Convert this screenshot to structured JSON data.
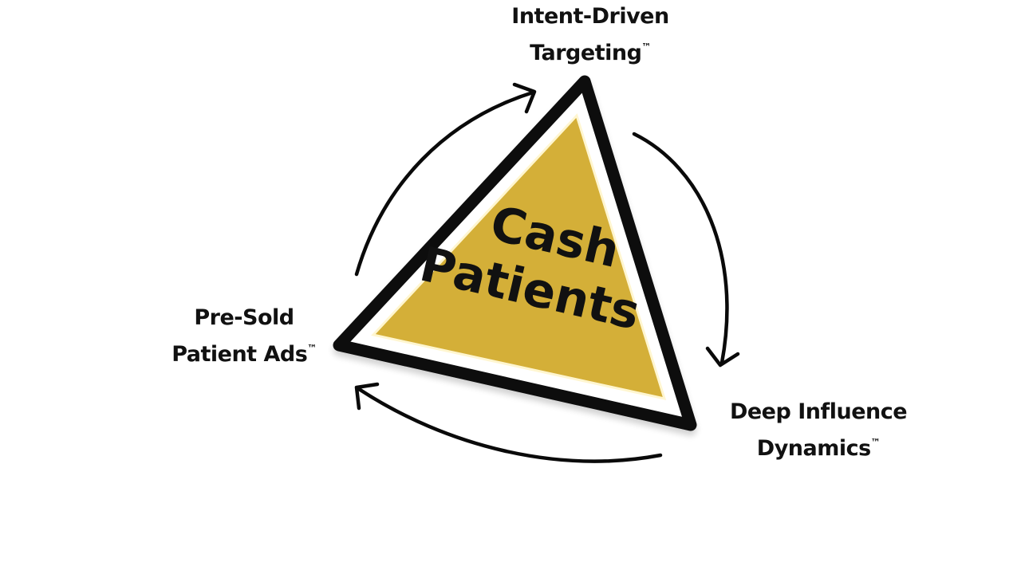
{
  "center": {
    "line1": "Cash",
    "line2": "Patients"
  },
  "nodes": [
    {
      "id": "top",
      "line1": "Intent-Driven",
      "line2": "Targeting",
      "mark": "™"
    },
    {
      "id": "right",
      "line1": "Deep Influence",
      "line2": "Dynamics",
      "mark": "™"
    },
    {
      "id": "left",
      "line1": "Pre-Sold",
      "line2": "Patient Ads",
      "mark": "™"
    }
  ],
  "cycle_order": [
    "left",
    "top",
    "right",
    "left"
  ],
  "cycle_direction": "clockwise",
  "colors": {
    "triangle_fill": "#D4AF37",
    "triangle_outline": "#0a0a0a",
    "inner_border": "#fffbe8",
    "arrows": "#0a0a0a",
    "text": "#111111",
    "background": "#ffffff"
  }
}
